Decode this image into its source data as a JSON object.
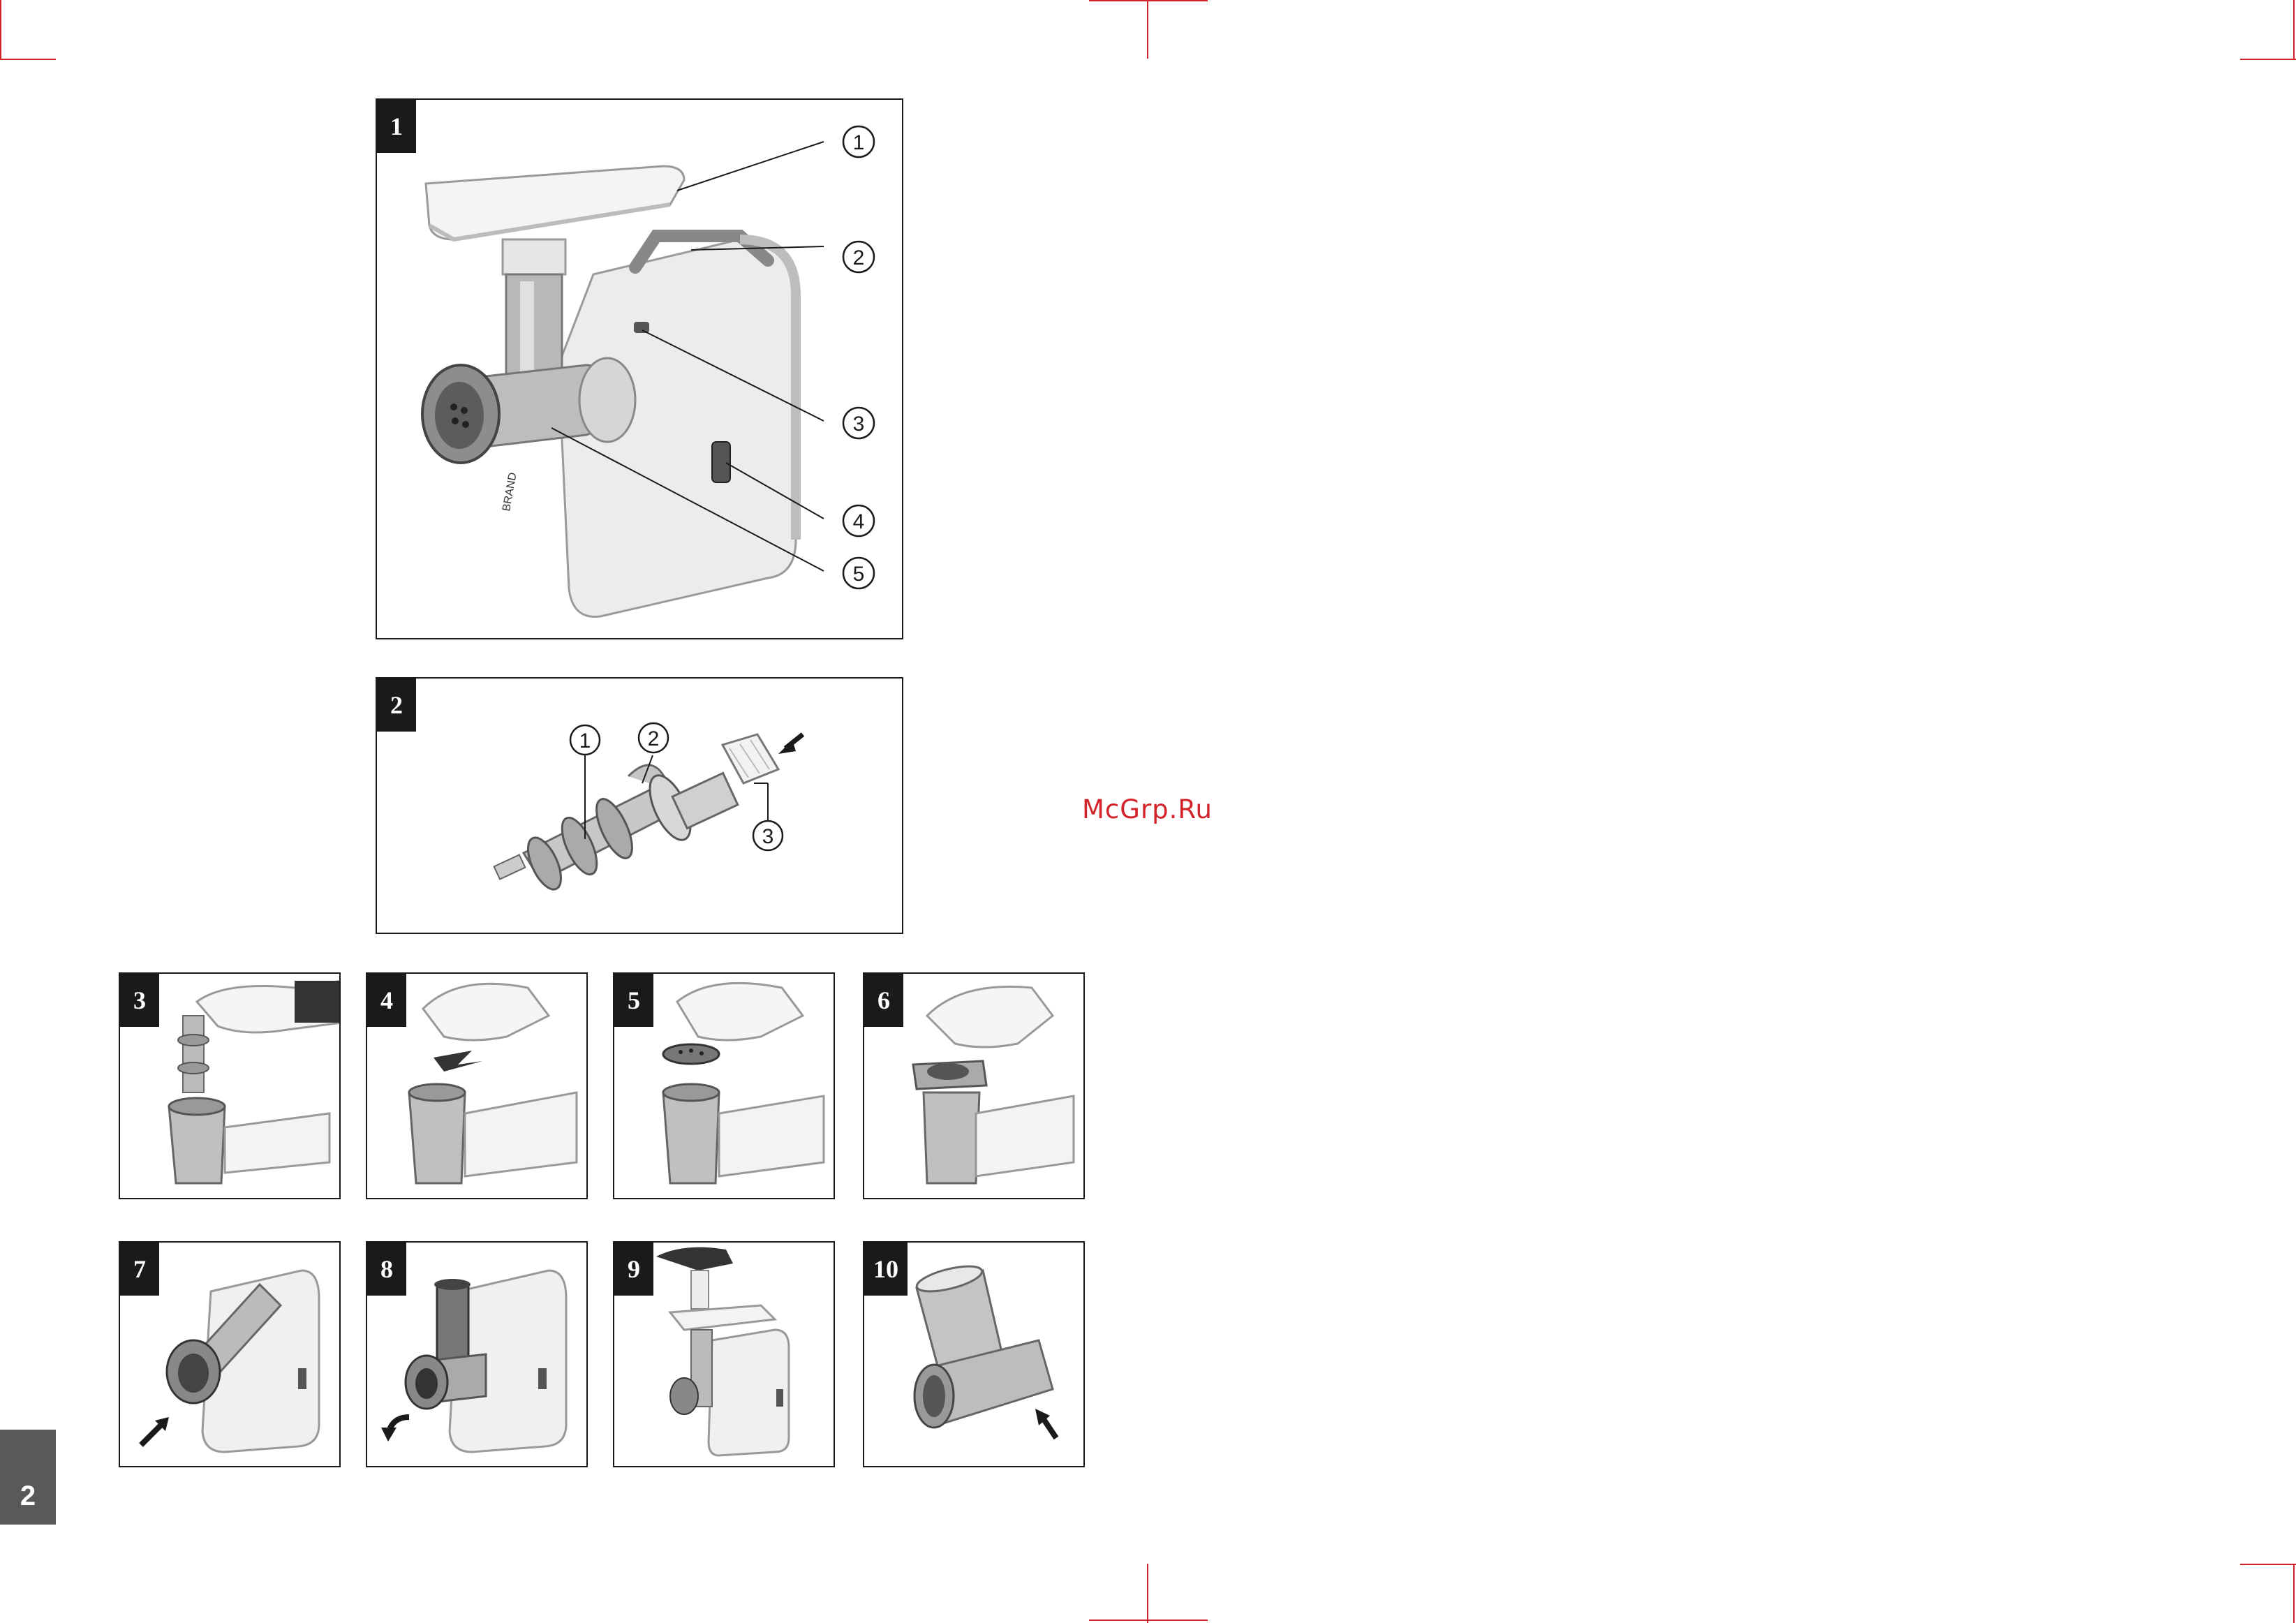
{
  "watermark": "McGrp.Ru",
  "page_number": "2",
  "figures": [
    {
      "number": "1",
      "callouts": [
        "1",
        "2",
        "3",
        "4",
        "5"
      ]
    },
    {
      "number": "2",
      "callouts": [
        "1",
        "2",
        "3"
      ]
    },
    {
      "number": "3"
    },
    {
      "number": "4"
    },
    {
      "number": "5"
    },
    {
      "number": "6"
    },
    {
      "number": "7"
    },
    {
      "number": "8"
    },
    {
      "number": "9"
    },
    {
      "number": "10"
    }
  ],
  "colors": {
    "accent": "#d2232a",
    "frame": "#1a1a1a",
    "tab": "#58595b"
  }
}
